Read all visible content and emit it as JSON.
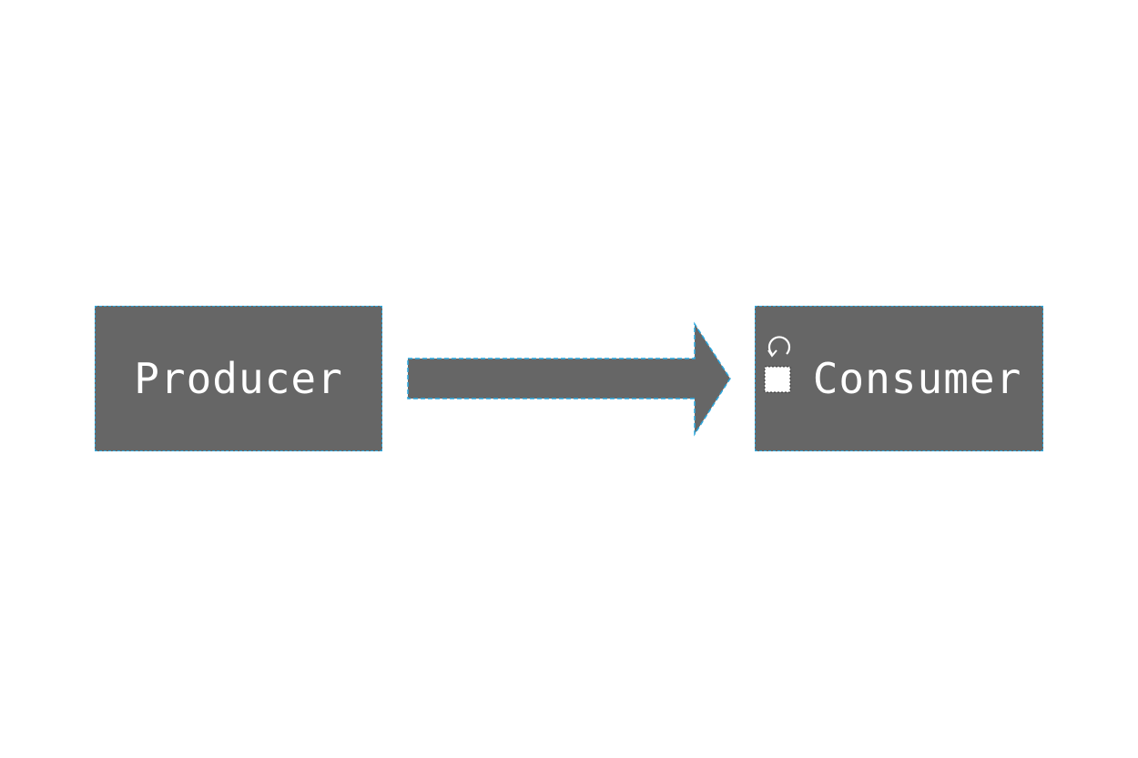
{
  "diagram": {
    "nodes": [
      {
        "id": "producer",
        "label": "Producer"
      },
      {
        "id": "consumer",
        "label": "Consumer"
      }
    ],
    "edges": [
      {
        "from": "producer",
        "to": "consumer"
      }
    ]
  },
  "colors": {
    "node_fill": "#666666",
    "arrow_fill": "#666666",
    "selection_border": "#29a8e0",
    "text": "#ffffff",
    "background": "#ffffff"
  },
  "icons": {
    "rotate_handle": "rotate-icon",
    "resize_handle": "resize-handle-icon"
  }
}
